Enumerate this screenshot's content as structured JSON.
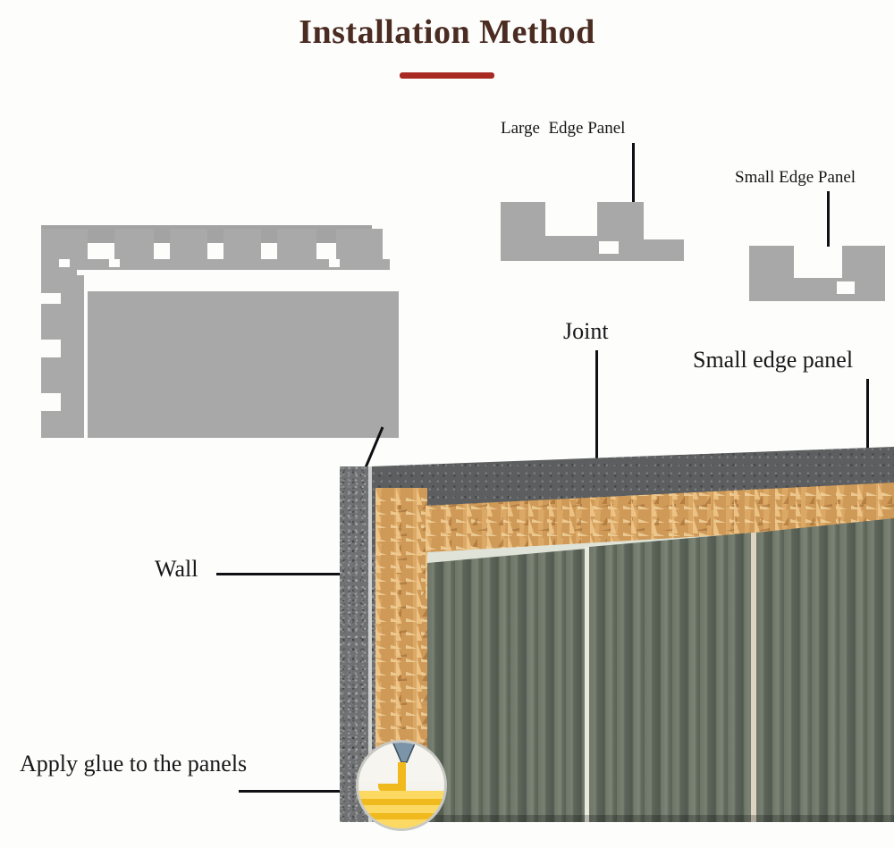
{
  "page": {
    "title": "Installation Method",
    "background_color": "#fdfdfb",
    "title_color": "#4a2c22",
    "accent_color": "#a82a22"
  },
  "labels": {
    "large_edge_panel": "Large  Edge Panel",
    "small_edge_panel_top": "Small Edge Panel",
    "joint": "Joint",
    "small_edge_panel_main": "Small edge panel",
    "wall": "Wall",
    "apply_glue": "Apply glue to the panels"
  },
  "materials": {
    "concrete_wall": "#6f7173",
    "osb_board": "#cf9a57",
    "slat_panel": "#6d7668",
    "slat_backing": "#dfe3d8",
    "profile_gray": "#a8a8a8",
    "glue_color": "#f0b91e",
    "nozzle_color": "#7b94a8"
  },
  "diagram": {
    "exploded_panel_teeth_count": 6,
    "slat_groups": 3,
    "leader_lines": 6
  }
}
